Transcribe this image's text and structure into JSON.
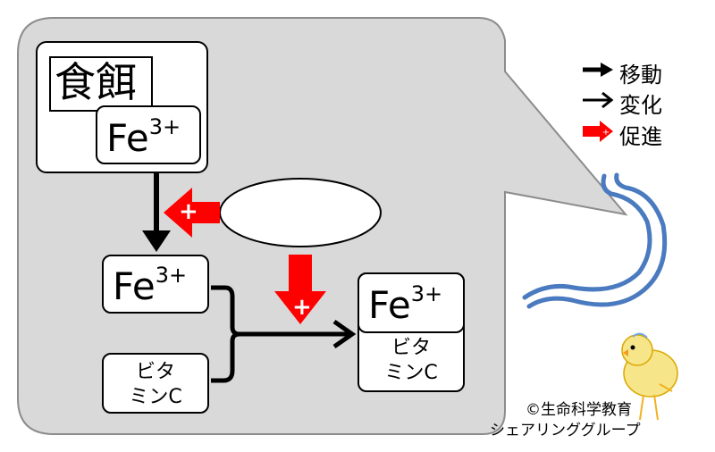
{
  "food": {
    "label": "食餌",
    "ion_base": "Fe",
    "ion_sup": "3+"
  },
  "mid_ion": {
    "base": "Fe",
    "sup": "3+"
  },
  "vitamin_left": {
    "line1": "ビタ",
    "line2": "ミンC"
  },
  "product": {
    "ion_base": "Fe",
    "ion_sup": "3+",
    "vit_line1": "ビタ",
    "vit_line2": "ミンC"
  },
  "oval_label": "",
  "legend": [
    {
      "label": "移動",
      "kind": "move"
    },
    {
      "label": "変化",
      "kind": "change"
    },
    {
      "label": "促進",
      "kind": "promote"
    }
  ],
  "plus_sign": "+",
  "credit": {
    "line1": "©生命科学教育",
    "line2": "シェアリンググループ"
  },
  "colors": {
    "bubble": "#d9d9d9",
    "promote": "#ff0000",
    "stomach": "#4a7abf"
  }
}
